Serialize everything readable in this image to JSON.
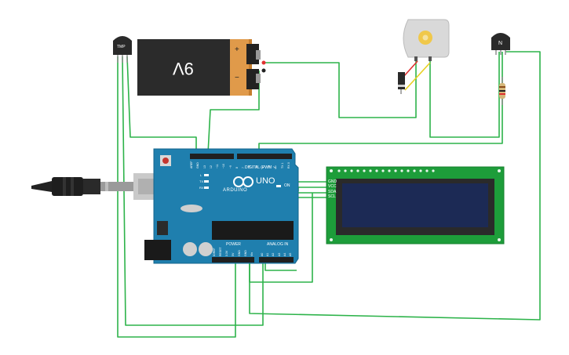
{
  "battery": {
    "label": "9V",
    "plus": "+",
    "minus": "−"
  },
  "temp_sensor": {
    "label": "TMP"
  },
  "transistor": {
    "label": "N"
  },
  "arduino": {
    "brand": "ARDUINO",
    "model": "UNO",
    "on_label": "ON",
    "digital_label": "DIGITAL (PWM ~)",
    "power_label": "POWER",
    "analog_label": "ANALOG IN",
    "tx_label": "TX",
    "rx_label": "RX",
    "l_label": "L",
    "digital_pins": [
      "AREF",
      "GND",
      "13",
      "12",
      "~11",
      "~10",
      "~9",
      "8",
      "7",
      "~6",
      "~5",
      "4",
      "~3",
      "2",
      "TX 1",
      "RX 0"
    ],
    "power_pins": [
      "IOREF",
      "RESET",
      "3.3V",
      "5V",
      "GND",
      "GND",
      "Vin"
    ],
    "analog_pins": [
      "A0",
      "A1",
      "A2",
      "A3",
      "A4",
      "A5"
    ]
  },
  "lcd": {
    "pins": [
      "GND",
      "VCC",
      "SDA",
      "SCL"
    ]
  },
  "colors": {
    "wire": "#2db34a",
    "wire_red": "#e03030",
    "wire_yellow": "#e8d020",
    "board": "#1f7fae",
    "pcb_green": "#1d9d3a",
    "lcd_screen": "#1c2a55",
    "battery_body": "#2b2b2b",
    "battery_cap": "#e09a4a"
  }
}
